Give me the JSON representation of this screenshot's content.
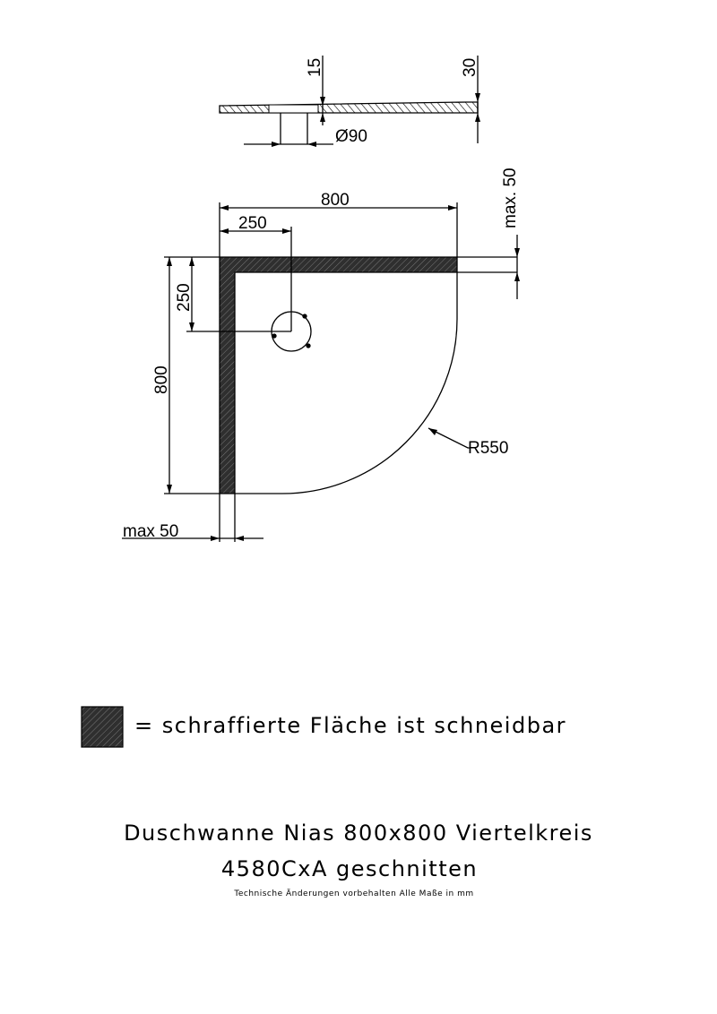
{
  "colors": {
    "line": "#000000",
    "hatch_fill": "#2a2a2a",
    "background": "#ffffff"
  },
  "section_view": {
    "dim_15": "15",
    "dim_30": "30",
    "dim_drain": "Ø90"
  },
  "plan_view": {
    "dim_width": "800",
    "dim_drain_x": "250",
    "dim_drain_y": "250",
    "dim_height": "800",
    "dim_max_top": "max. 50",
    "dim_max_left": "max 50",
    "radius": "R550"
  },
  "legend": {
    "text": "= schraffierte Fläche ist schneidbar",
    "swatch_icon": "hatched-area-icon"
  },
  "title": {
    "line1": "Duschwanne Nias 800x800 Viertelkreis",
    "line2": "4580CxA geschnitten",
    "note": "Technische Änderungen vorbehalten   Alle Maße in mm"
  }
}
